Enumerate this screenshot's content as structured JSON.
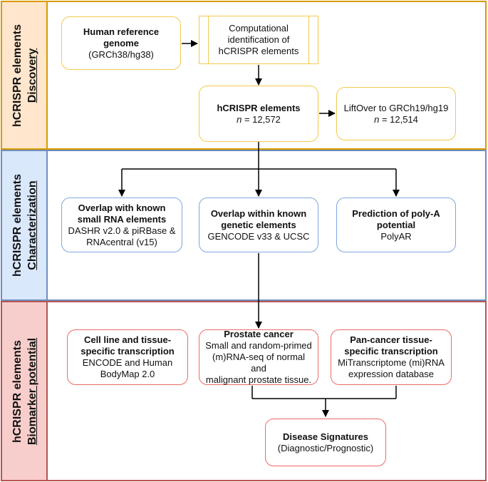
{
  "sections": {
    "discovery": {
      "label_line1": "hCRISPR elements",
      "label_line2": "Discovery"
    },
    "characterization": {
      "label_line1": "hCRISPR elements",
      "label_line2": "Characterization"
    },
    "biomarker": {
      "label_line1": "hCRISPR elements",
      "label_line2": "Biomarker potential"
    }
  },
  "nodes": {
    "human_reference": {
      "title_line1": "Human reference",
      "title_line2": "genome",
      "body": "(GRCh38/hg38)"
    },
    "computational": {
      "line1": "Computational",
      "line2": "identification of",
      "line3": "hCRISPR elements"
    },
    "hcrispr": {
      "title": "hCRISPR elements",
      "n_label": "n",
      "n_value": " = 12,572"
    },
    "liftover": {
      "line1": "LiftOver to GRCh19/hg19",
      "n_label": "n",
      "n_value": " = 12,514"
    },
    "small_rna": {
      "title_line1": "Overlap with known",
      "title_line2": "small RNA elements",
      "body_line1": "DASHR v2.0 & piRBase &",
      "body_line2": "RNAcentral (v15)"
    },
    "genetic": {
      "title_line1": "Overlap within known",
      "title_line2": "genetic elements",
      "body_line1": "GENCODE v33 & UCSC"
    },
    "polya": {
      "title_line1": "Prediction of poly-A",
      "title_line2": "potential",
      "body_line1": "PolyAR"
    },
    "cell_line": {
      "title_line1": "Cell line and tissue-",
      "title_line2": "specific transcription",
      "body_line1": "ENCODE and Human",
      "body_line2": "BodyMap 2.0"
    },
    "prostate": {
      "title_line1": "Prostate cancer",
      "body_line1": "Small and random-primed",
      "body_line2": "(m)RNA-seq of normal and",
      "body_line3": "malignant prostate tissue."
    },
    "pan_cancer": {
      "title_line1": "Pan-cancer tissue-",
      "title_line2": "specific transcription",
      "body_line1": "MiTranscriptome (mi)RNA",
      "body_line2": "expression database"
    },
    "disease": {
      "title_line1": "Disease Signatures",
      "body_line1": "(Diagnostic/Prognostic)"
    }
  },
  "colors": {
    "discovery_fill": "#ffe6cc",
    "discovery_border": "#d79b00",
    "characterization_fill": "#dae8fc",
    "characterization_border": "#6c8ebf",
    "biomarker_fill": "#f8cecc",
    "biomarker_border": "#b85450",
    "yellow_node": "#f2c94c",
    "blue_node": "#7ea6e0",
    "red_node": "#ea6b66"
  }
}
